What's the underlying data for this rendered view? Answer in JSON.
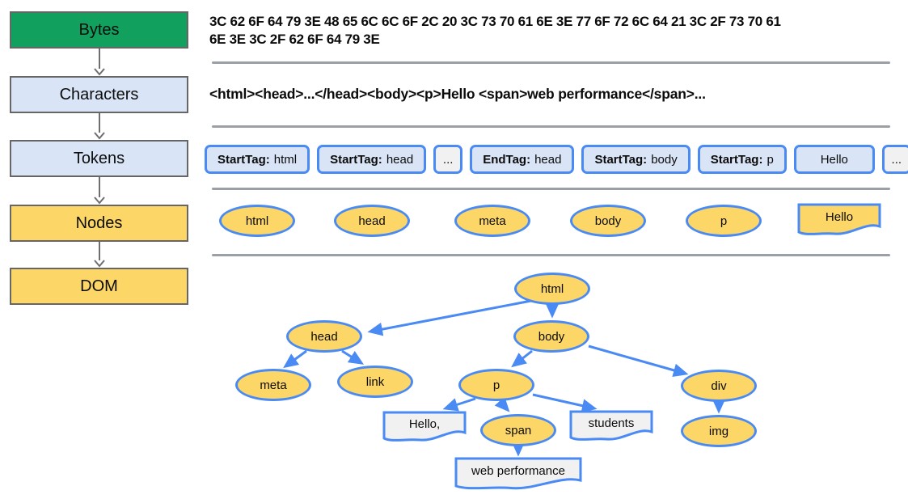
{
  "pipeline": {
    "stages": [
      {
        "label": "Bytes"
      },
      {
        "label": "Characters"
      },
      {
        "label": "Tokens"
      },
      {
        "label": "Nodes"
      },
      {
        "label": "DOM"
      }
    ]
  },
  "bytes": {
    "line1": "3C 62 6F 64 79 3E 48 65 6C 6C 6F 2C 20 3C 73 70 61 6E 3E 77 6F 72 6C 64 21 3C 2F 73 70 61",
    "line2": "6E 3E 3C 2F 62 6F 64 79 3E"
  },
  "characters": {
    "text": "<html><head>...</head><body><p>Hello <span>web performance</span>..."
  },
  "tokens": {
    "items": [
      {
        "bold": "StartTag:",
        "value": "html"
      },
      {
        "bold": "StartTag:",
        "value": "head"
      },
      {
        "bold": "",
        "value": "..."
      },
      {
        "bold": "EndTag:",
        "value": "head"
      },
      {
        "bold": "StartTag:",
        "value": "body"
      },
      {
        "bold": "StartTag:",
        "value": "p"
      },
      {
        "bold": "",
        "value": "Hello"
      },
      {
        "bold": "",
        "value": "..."
      }
    ]
  },
  "nodes": {
    "ellipses": [
      {
        "label": "html"
      },
      {
        "label": "head"
      },
      {
        "label": "meta"
      },
      {
        "label": "body"
      },
      {
        "label": "p"
      }
    ],
    "text_node": {
      "label": "Hello"
    }
  },
  "dom": {
    "elements": {
      "html": "html",
      "head": "head",
      "body": "body",
      "meta": "meta",
      "link": "link",
      "p": "p",
      "div": "div",
      "span": "span",
      "img": "img"
    },
    "text_nodes": {
      "hello": "Hello,",
      "students": "students",
      "web_performance": "web performance"
    }
  },
  "colors": {
    "green": "#12A05F",
    "yellow": "#FCD666",
    "light_blue": "#D9E4F6",
    "blue_border": "#4A8AF4",
    "gray_fill": "#F1F1F1",
    "divider_gray": "#9AA0A6",
    "box_border_gray": "#666666"
  }
}
